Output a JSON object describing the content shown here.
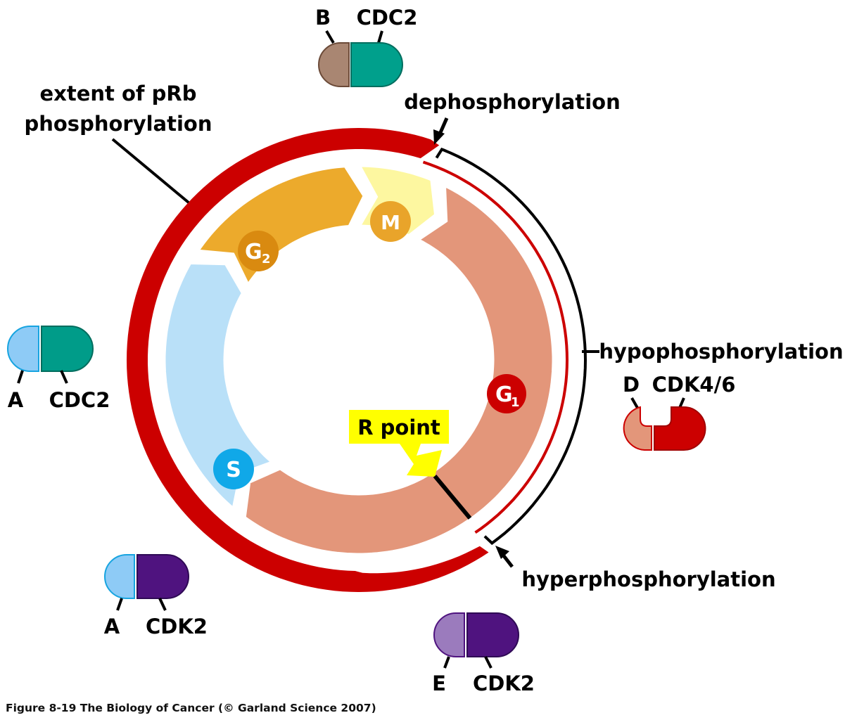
{
  "figure": {
    "caption": "Figure 8-19  The Biology of Cancer (© Garland Science 2007)"
  },
  "labels": {
    "extent_line1": "extent of pRb",
    "extent_line2": "phosphorylation",
    "dephosphorylation": "dephosphorylation",
    "hypophosphorylation": "hypophosphorylation",
    "hyperphosphorylation": "hyperphosphorylation",
    "r_point": "R point"
  },
  "phases": [
    {
      "id": "G1",
      "label": "G",
      "sub": "1",
      "band_color": "#e3967a",
      "badge_color": "#cc0000"
    },
    {
      "id": "S",
      "label": "S",
      "sub": "",
      "band_color": "#b9e0f8",
      "badge_color": "#10a8e8"
    },
    {
      "id": "G2",
      "label": "G",
      "sub": "2",
      "band_color": "#ecaa2c",
      "badge_color": "#d98a10"
    },
    {
      "id": "M",
      "label": "M",
      "sub": "",
      "band_color": "#fdf7a0",
      "badge_color": "#e9a42a"
    }
  ],
  "complexes": [
    {
      "id": "B-CDC2",
      "cyclin": "B",
      "cdk": "CDC2",
      "cyclin_color": "#a98672",
      "cyclin_stroke": "#6b4a38",
      "cdk_color": "#00a08c",
      "cdk_stroke": "#006d5e"
    },
    {
      "id": "A-CDC2",
      "cyclin": "A",
      "cdk": "CDC2",
      "cyclin_color": "#8ecbf6",
      "cyclin_stroke": "#17a4e0",
      "cdk_color": "#009c89",
      "cdk_stroke": "#006d5e"
    },
    {
      "id": "D-CDK46",
      "cyclin": "D",
      "cdk": "CDK4/6",
      "cyclin_color": "#e3967a",
      "cyclin_stroke": "#cc0000",
      "cdk_color": "#cc0000",
      "cdk_stroke": "#a00000"
    },
    {
      "id": "A-CDK2",
      "cyclin": "A",
      "cdk": "CDK2",
      "cyclin_color": "#8ecbf6",
      "cyclin_stroke": "#17a4e0",
      "cdk_color": "#4f137f",
      "cdk_stroke": "#2f0a55"
    },
    {
      "id": "E-CDK2",
      "cyclin": "E",
      "cdk": "CDK2",
      "cyclin_color": "#9b7bbd",
      "cyclin_stroke": "#4f137f",
      "cdk_color": "#4f137f",
      "cdk_stroke": "#2f0a55"
    }
  ],
  "colors": {
    "prb_band": "#cc0000",
    "r_point_box": "#ffff00",
    "black": "#000000"
  }
}
